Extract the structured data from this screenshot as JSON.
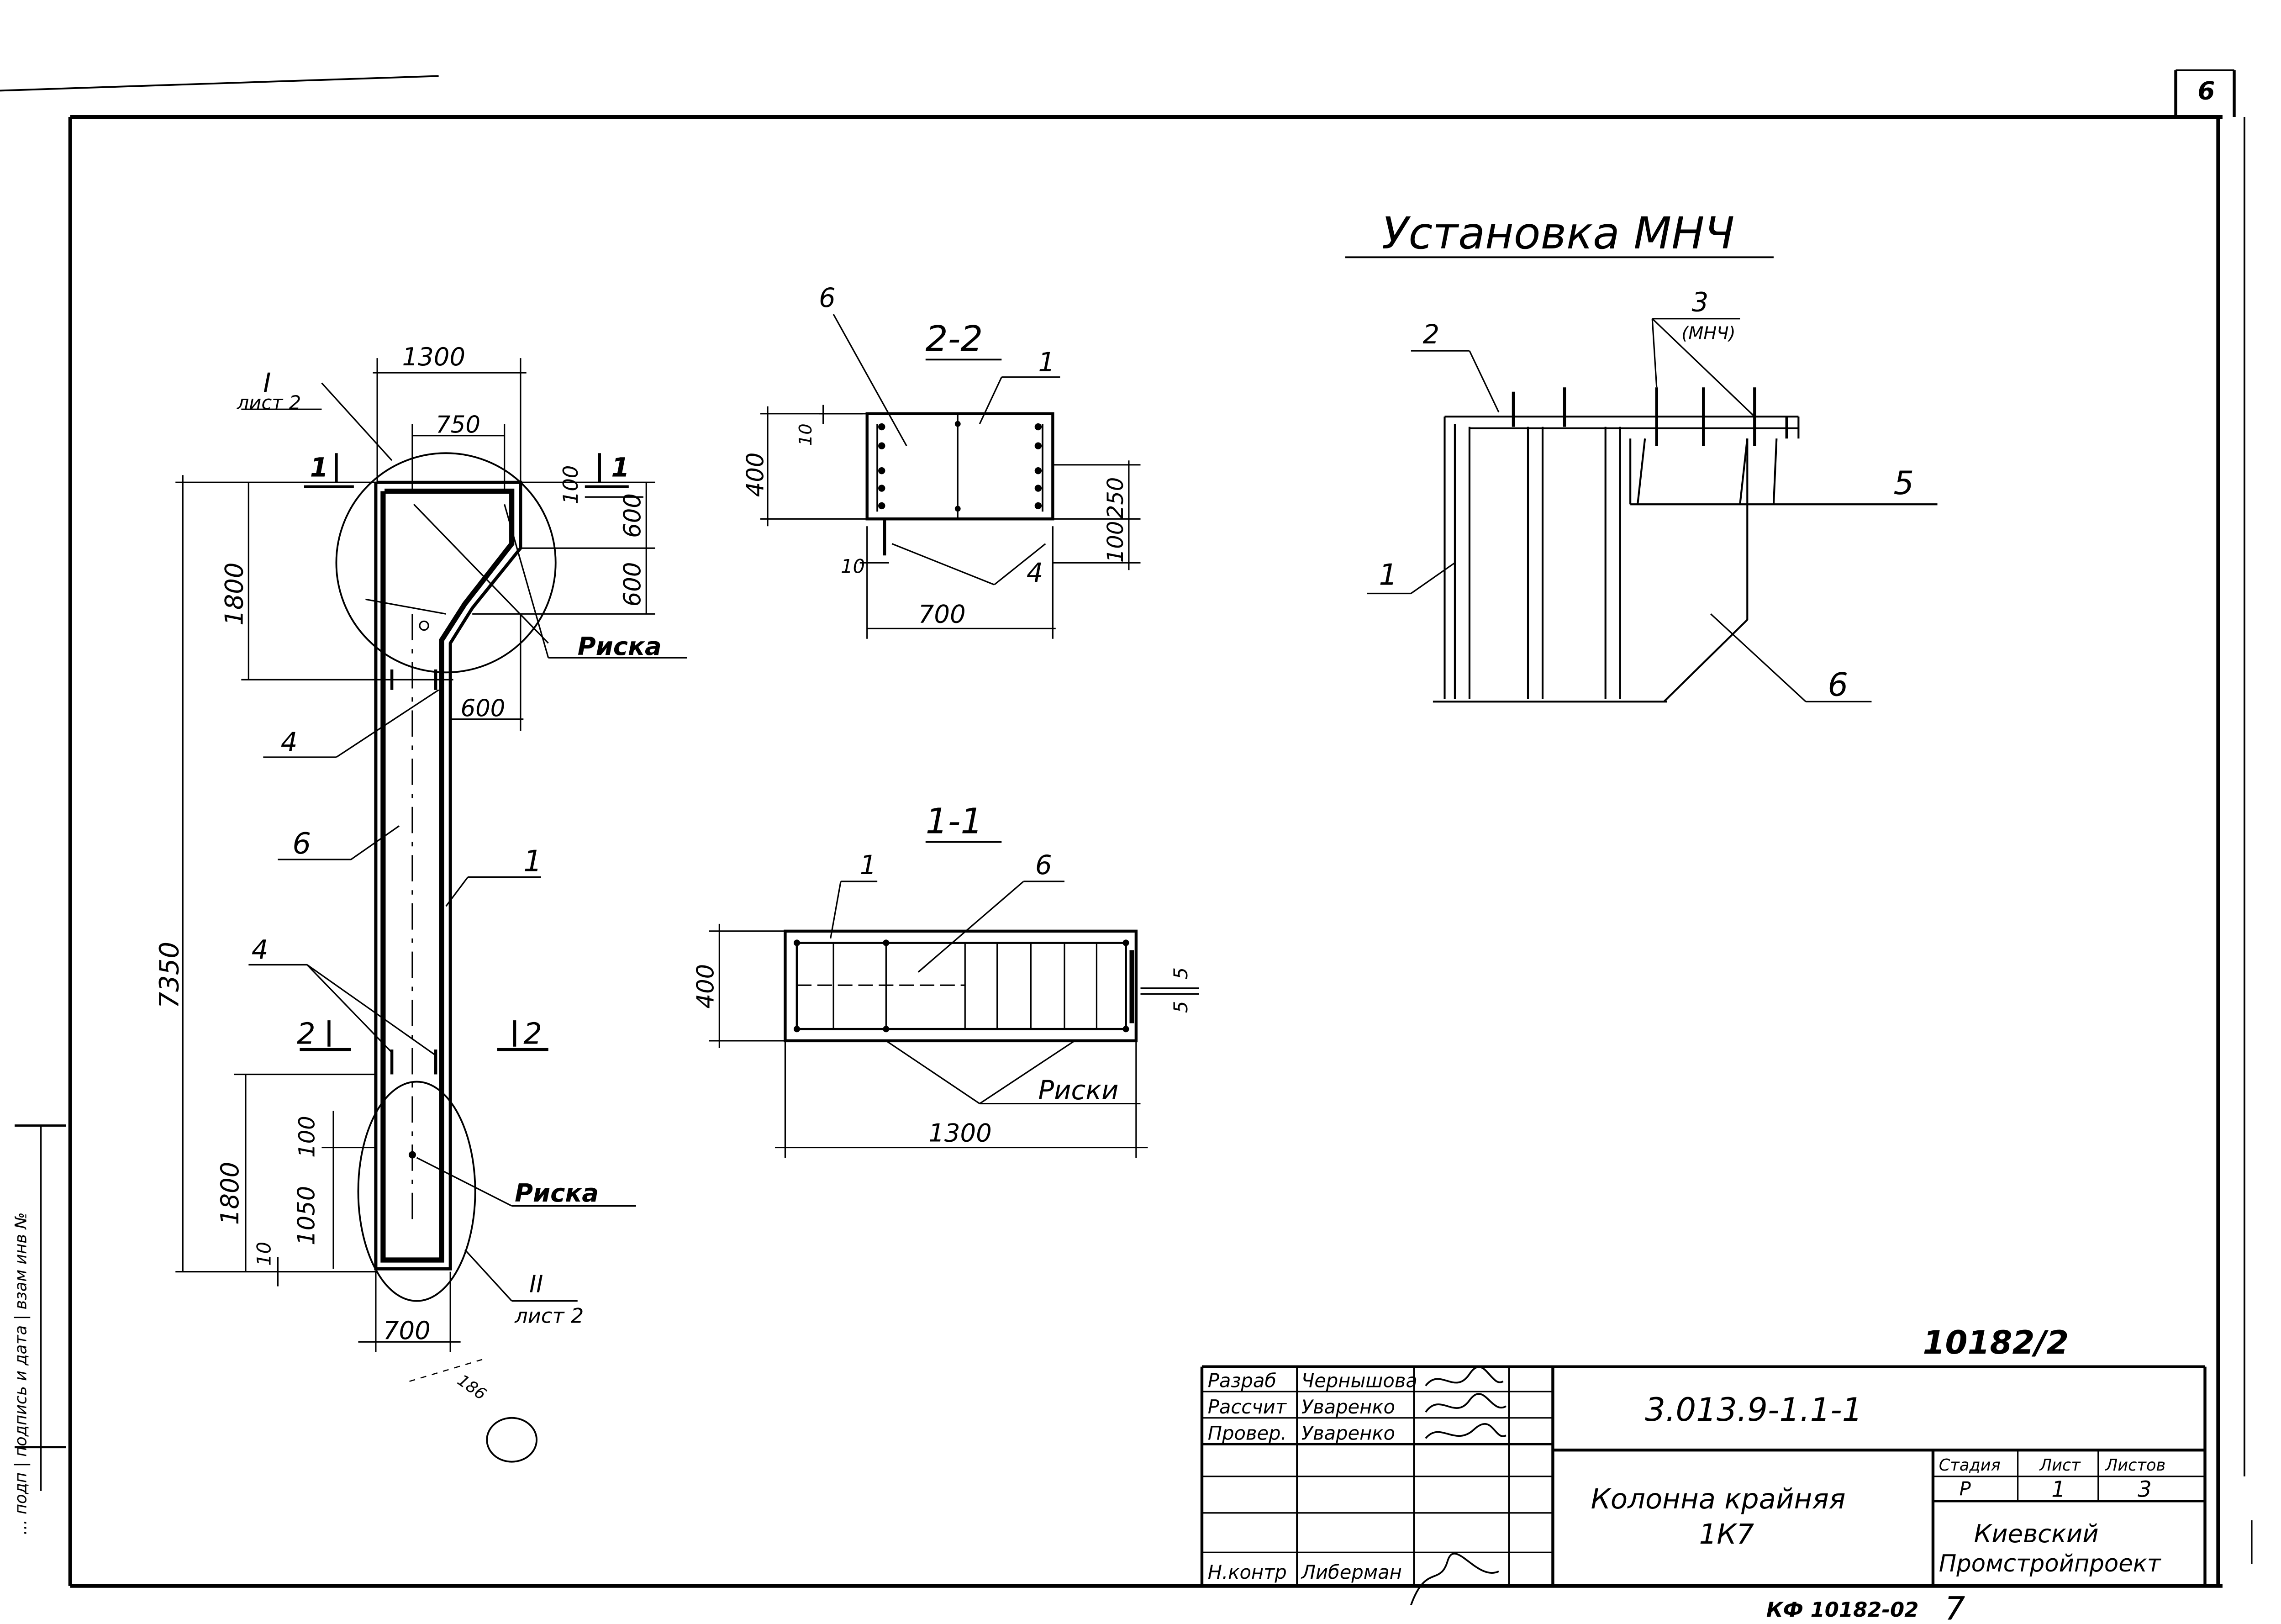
{
  "sheet": {
    "number": "6",
    "archive_stamp": "10182/2",
    "bottom_code": "КФ 10182-02",
    "bottom_page": "7"
  },
  "side_strip": {
    "label": "... подп | подпись и дата | взам инв №"
  },
  "column": {
    "dims": {
      "top_width": "1300",
      "offset": "750",
      "right_step": "600",
      "left_step": "100",
      "head_upper": "600",
      "head_lower": "600",
      "head_height": "1800",
      "total_height": "7350",
      "bottom_height": "1800",
      "b100": "100",
      "b1050": "1050",
      "b10": "10",
      "bottom_width": "700"
    },
    "callout_top": {
      "roman": "I",
      "sheet": "лист 2"
    },
    "callout_bottom": {
      "roman": "II",
      "sheet": "лист 2"
    },
    "labels": {
      "riska_top": "Риска",
      "riska_bottom": "Риска",
      "pos1": "1",
      "pos4_top": "4",
      "pos4_mid": "4",
      "pos6": "6"
    },
    "section_marks": {
      "s1_left": "1",
      "s1_right": "1",
      "s2_left": "2",
      "s2_right": "2"
    },
    "extra_small": "186"
  },
  "section_2_2": {
    "title": "2-2",
    "labels": {
      "pos6": "6",
      "pos1": "1",
      "pos4": "4"
    },
    "dims": {
      "height": "400",
      "d10_top": "10",
      "d250": "250",
      "d100": "100",
      "d10_bottom": "10",
      "width": "700"
    }
  },
  "section_1_1": {
    "title": "1-1",
    "labels": {
      "pos1": "1",
      "pos6": "6",
      "riski": "Риски"
    },
    "dims": {
      "height": "400",
      "d5a": "5",
      "d5b": "5",
      "width": "1300"
    }
  },
  "mnch": {
    "title": "Установка МНЧ",
    "labels": {
      "pos2": "2",
      "pos3": "3",
      "pos3_note": "(МНЧ)",
      "pos5": "5",
      "pos1": "1",
      "pos6": "6"
    }
  },
  "title_block": {
    "rows": [
      {
        "role": "Разраб",
        "name": "Чернышова"
      },
      {
        "role": "Рассчит",
        "name": "Уваренко"
      },
      {
        "role": "Провер.",
        "name": "Уваренко"
      },
      {
        "role": "",
        "name": ""
      },
      {
        "role": "",
        "name": ""
      },
      {
        "role": "",
        "name": ""
      },
      {
        "role": "Н.контр",
        "name": "Либерман"
      }
    ],
    "designation": "3.013.9-1.1-1",
    "name_line1": "Колонна крайняя",
    "name_line2": "1К7",
    "stage_header": "Стадия",
    "sheet_header": "Лист",
    "sheets_header": "Листов",
    "stage": "Р",
    "sheet": "1",
    "sheets": "3",
    "org_line1": "Киевский",
    "org_line2": "Промстройпроект"
  }
}
